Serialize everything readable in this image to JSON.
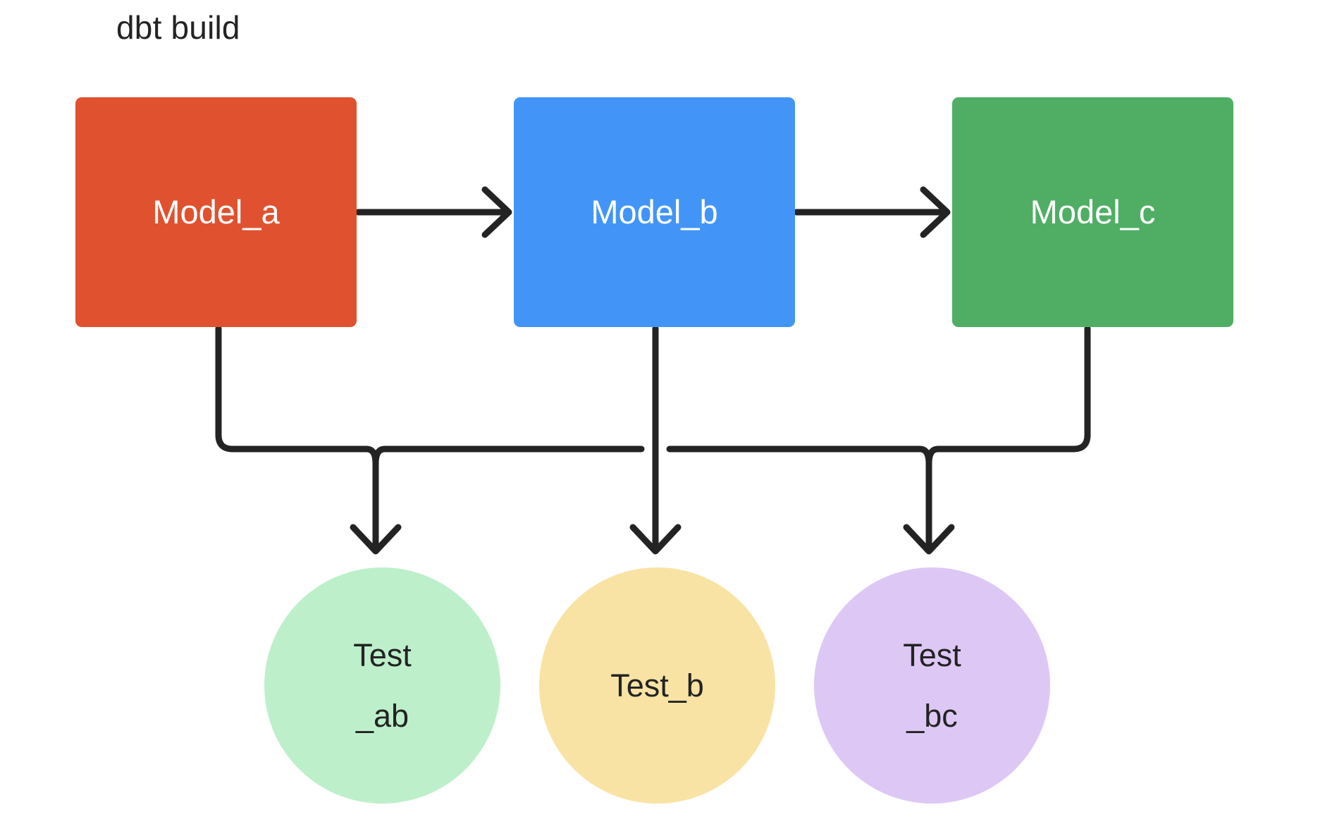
{
  "diagram": {
    "title": "dbt build",
    "background_color": "#ffffff",
    "edge_color": "#232323",
    "nodes": [
      {
        "id": "model_a",
        "label": "Model_a",
        "shape": "rounded-rect",
        "fill": "#E0512F",
        "text_color": "#ffffff"
      },
      {
        "id": "model_b",
        "label": "Model_b",
        "shape": "rounded-rect",
        "fill": "#4295F7",
        "text_color": "#ffffff"
      },
      {
        "id": "model_c",
        "label": "Model_c",
        "shape": "rounded-rect",
        "fill": "#4FAE64",
        "text_color": "#ffffff"
      },
      {
        "id": "test_ab",
        "label": "Test\n_ab",
        "shape": "circle",
        "fill": "#BDEFCB",
        "text_color": "#232323"
      },
      {
        "id": "test_b",
        "label": "Test_b",
        "shape": "circle",
        "fill": "#F8E3A4",
        "text_color": "#232323"
      },
      {
        "id": "test_bc",
        "label": "Test\n_bc",
        "shape": "circle",
        "fill": "#DDC8F5",
        "text_color": "#232323"
      }
    ],
    "edges": [
      {
        "from": "model_a",
        "to": "model_b",
        "style": "arrow"
      },
      {
        "from": "model_b",
        "to": "model_c",
        "style": "arrow"
      },
      {
        "from": "model_a",
        "to": "test_ab",
        "style": "arrow"
      },
      {
        "from": "model_b",
        "to": "test_ab",
        "style": "arrow"
      },
      {
        "from": "model_b",
        "to": "test_b",
        "style": "arrow"
      },
      {
        "from": "model_b",
        "to": "test_bc",
        "style": "arrow"
      },
      {
        "from": "model_c",
        "to": "test_bc",
        "style": "arrow"
      }
    ]
  }
}
